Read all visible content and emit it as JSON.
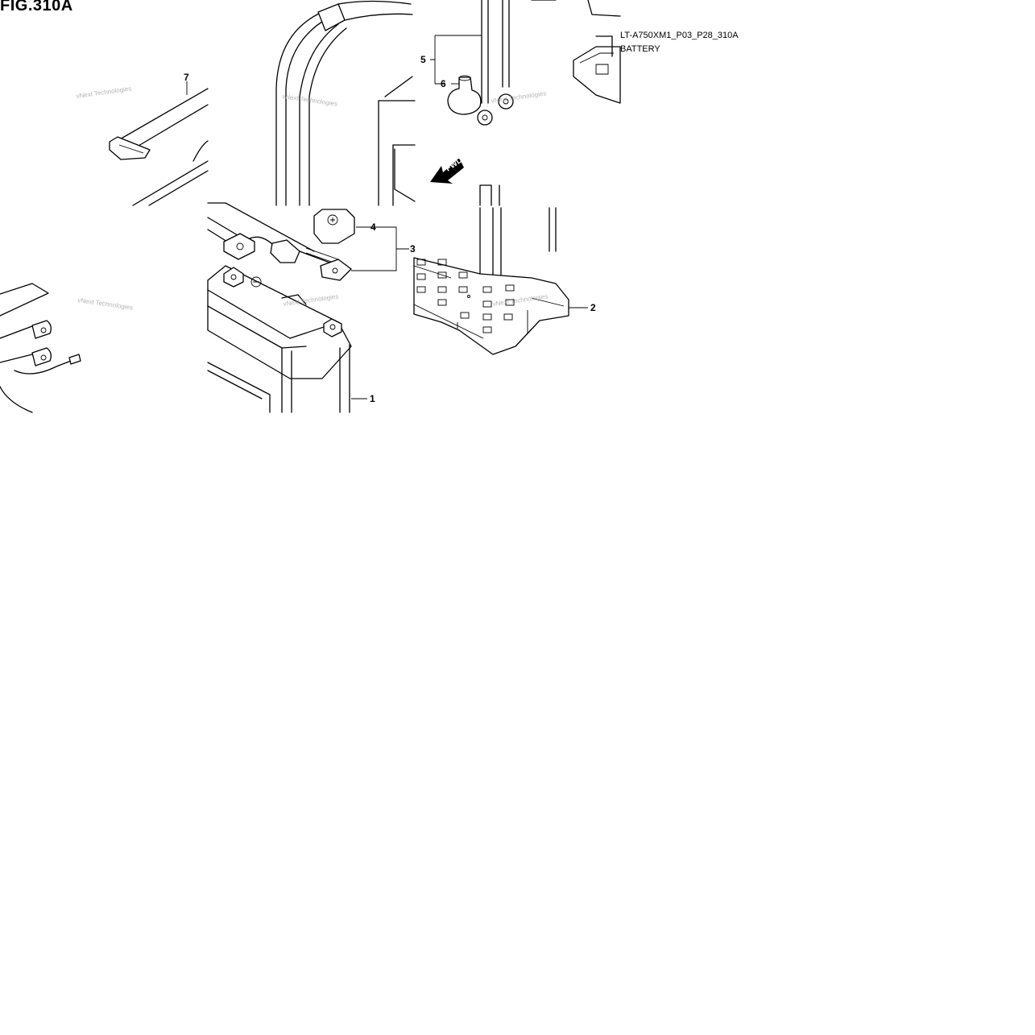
{
  "figure": {
    "title": "FIG.310A",
    "code": "LT-A750XM1_P03_P28_310A",
    "name": "BATTERY"
  },
  "callouts": [
    "1",
    "2",
    "3",
    "4",
    "5",
    "6",
    "7"
  ],
  "watermark": "vNext Technologies",
  "arrow_label": "FWD",
  "icons": [
    "plus-terminal-icon",
    "minus-terminal-icon",
    "fwd-arrow-icon"
  ]
}
